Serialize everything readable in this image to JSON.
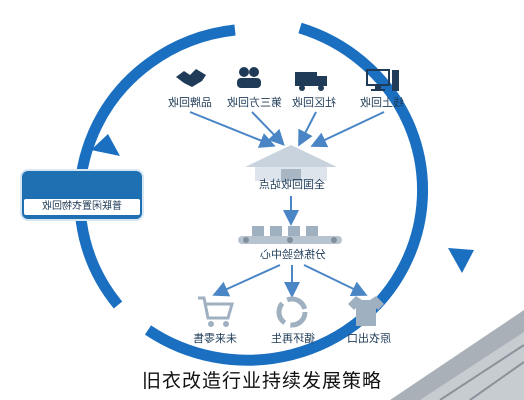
{
  "top_sources": [
    {
      "icon": "handshake-icon",
      "label": "品牌回收"
    },
    {
      "icon": "people-icon",
      "label": "第三方回收"
    },
    {
      "icon": "truck-icon",
      "label": "社区回收"
    },
    {
      "icon": "computer-icon",
      "label": "线上回收"
    }
  ],
  "center_station": {
    "label": "全国回收站点"
  },
  "sorting_center": {
    "label": "分拣检验中心"
  },
  "outputs": [
    {
      "icon": "cart-icon",
      "label": "未来零售"
    },
    {
      "icon": "recycle-icon",
      "label": "循环再生"
    },
    {
      "icon": "tshirt-icon",
      "label": "原衣出口"
    }
  ],
  "legend": {
    "label": "普联闲置衣物回收"
  },
  "caption": "旧衣改造行业持续发展策略",
  "colors": {
    "ring": "#1b6fc0",
    "arrow": "#4a86c5",
    "icon": "#1f3b57",
    "legend": "#1f6fb3"
  }
}
